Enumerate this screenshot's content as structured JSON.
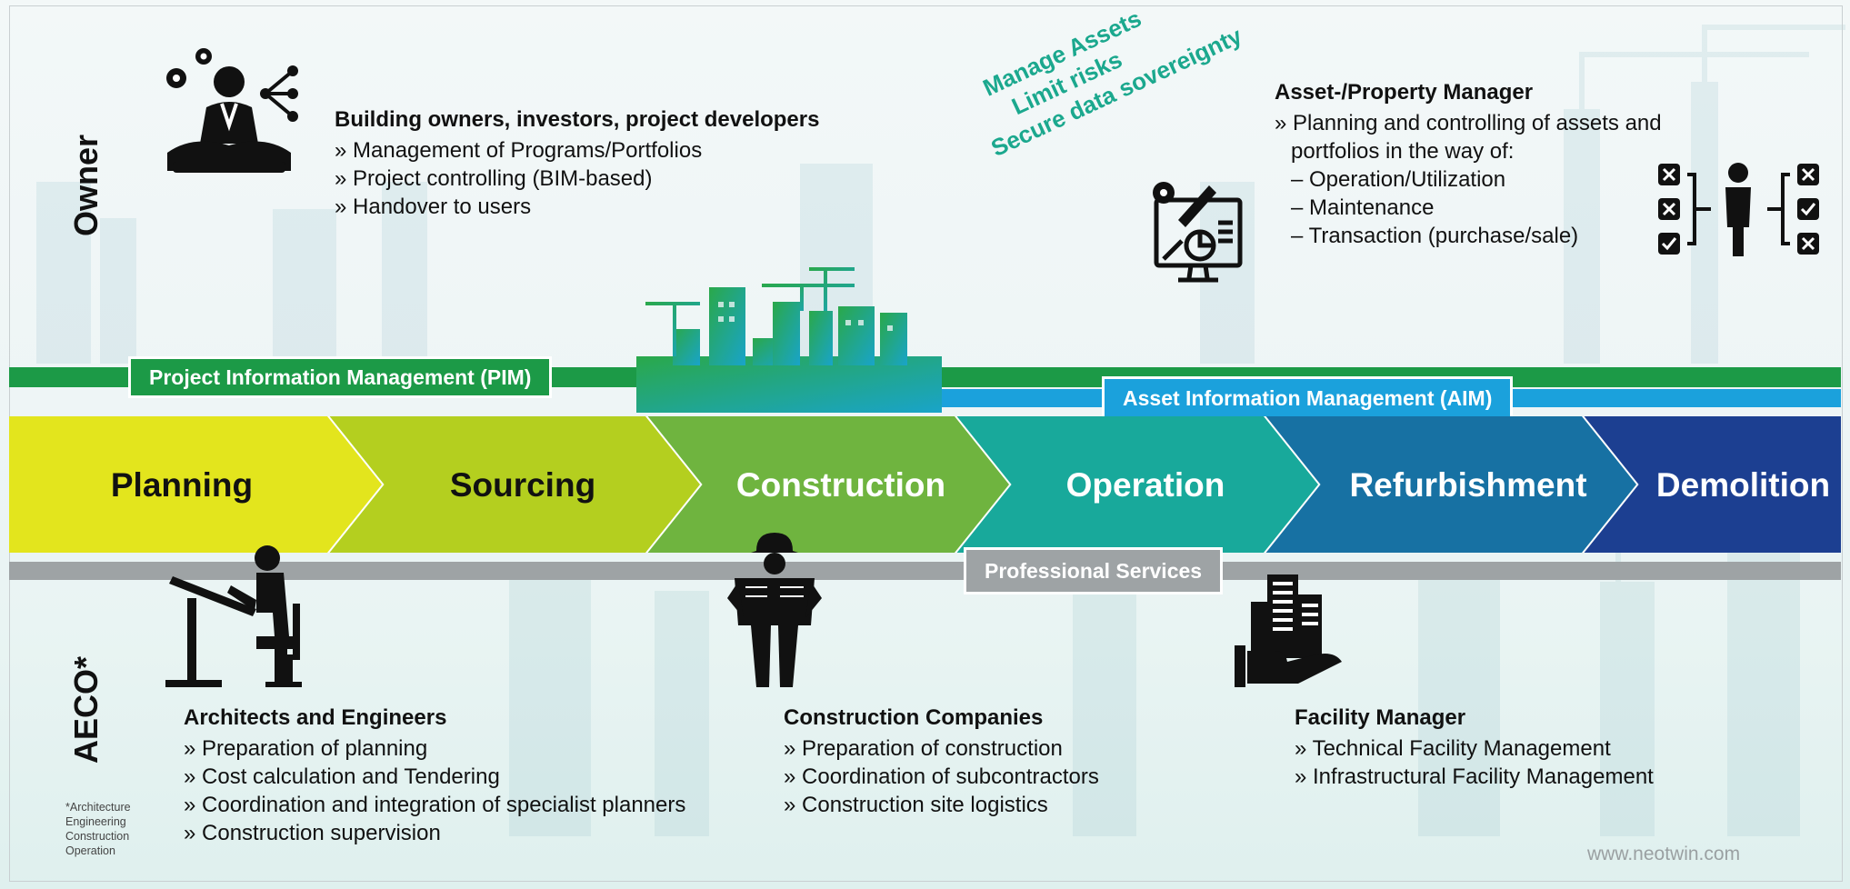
{
  "owner": {
    "side_label": "Owner",
    "left": {
      "title": "Building owners, investors, project developers",
      "items": [
        "» Management of Programs/Portfolios",
        "» Project controlling (BIM-based)",
        "» Handover to users"
      ]
    },
    "slogan": [
      "Manage Assets",
      "Limit risks",
      "Secure data sovereignty"
    ],
    "right": {
      "title": "Asset-/Property Manager",
      "items": [
        "» Planning and controlling of assets and",
        "  portfolios in the way of:",
        "  – Operation/Utilization",
        "  – Maintenance",
        "  – Transaction (purchase/sale)"
      ]
    }
  },
  "bands": {
    "pim": "Project Information Management (PIM)",
    "aim": "Asset Information Management (AIM)",
    "professional": "Professional Services"
  },
  "phases": [
    {
      "label": "Planning",
      "color": "#e3e51d",
      "text_color": "#111111"
    },
    {
      "label": "Sourcing",
      "color": "#b4cf1f",
      "text_color": "#111111"
    },
    {
      "label": "Construction",
      "color": "#6fb43f",
      "text_color": "#ffffff"
    },
    {
      "label": "Operation",
      "color": "#18a99b",
      "text_color": "#ffffff"
    },
    {
      "label": "Refurbishment",
      "color": "#1771a3",
      "text_color": "#ffffff"
    },
    {
      "label": "Demolition",
      "color": "#1c3f91",
      "text_color": "#ffffff"
    }
  ],
  "aeco": {
    "side_label": "AECO*",
    "footnote": [
      "*Architecture",
      "Engineering",
      "Construction",
      "Operation"
    ],
    "architects": {
      "title": "Architects and Engineers",
      "items": [
        "» Preparation of planning",
        "» Cost calculation and Tendering",
        "» Coordination and integration of specialist planners",
        "» Construction supervision"
      ]
    },
    "construction": {
      "title": "Construction Companies",
      "items": [
        "» Preparation of construction",
        "» Coordination of subcontractors",
        "» Construction site logistics"
      ]
    },
    "facility": {
      "title": "Facility Manager",
      "items": [
        "» Technical Facility Management",
        "» Infrastructural Facility Management"
      ]
    }
  },
  "url": "www.neotwin.com",
  "icons": [
    "owner-meditating-icon",
    "gear-icon",
    "network-icon",
    "city-skyline-icon",
    "monitor-analytics-icon",
    "checklist-person-icon",
    "architect-drafting-icon",
    "construction-worker-icon",
    "building-in-hand-icon"
  ],
  "colors": {
    "green": "#1c9a47",
    "aim_blue": "#1ba1dc",
    "gray": "#9ea3a5",
    "slogan": "#1ba88e"
  }
}
